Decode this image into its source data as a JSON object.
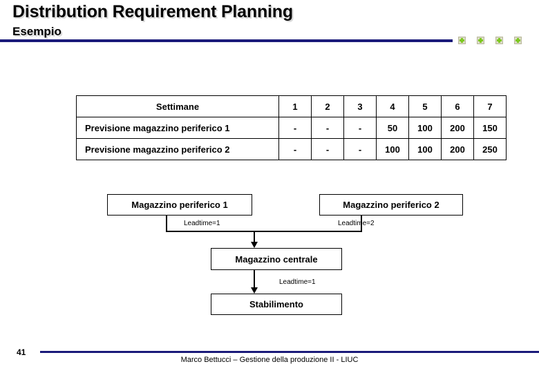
{
  "header": {
    "title": "Distribution Requirement Planning",
    "subtitle": "Esempio",
    "rule_color": "#1a1a7a",
    "decorations": [
      {
        "name": "deco-square-1"
      },
      {
        "name": "deco-square-2"
      },
      {
        "name": "deco-square-3"
      },
      {
        "name": "deco-square-4"
      }
    ]
  },
  "table": {
    "header": {
      "label": "Settimane",
      "weeks": [
        "1",
        "2",
        "3",
        "4",
        "5",
        "6",
        "7"
      ]
    },
    "rows": [
      {
        "label": "Previsione magazzino periferico 1",
        "values": [
          "-",
          "-",
          "-",
          "50",
          "100",
          "200",
          "150"
        ]
      },
      {
        "label": "Previsione magazzino periferico 2",
        "values": [
          "-",
          "-",
          "-",
          "100",
          "100",
          "200",
          "250"
        ]
      }
    ]
  },
  "diagram": {
    "nodes": [
      {
        "id": "wh1",
        "label": "Magazzino periferico 1"
      },
      {
        "id": "wh2",
        "label": "Magazzino periferico 2"
      },
      {
        "id": "central",
        "label": "Magazzino centrale"
      },
      {
        "id": "plant",
        "label": "Stabilimento"
      }
    ],
    "edge_labels": [
      {
        "id": "lead-wh1",
        "label": "Leadtime=1"
      },
      {
        "id": "lead-wh2",
        "label": "Leadtime=2"
      },
      {
        "id": "lead-central",
        "label": "Leadtime=1"
      }
    ]
  },
  "footer": {
    "page_number": "41",
    "credit": "Marco Bettucci – Gestione della produzione II - LIUC",
    "rule_color": "#1a1a7a"
  }
}
